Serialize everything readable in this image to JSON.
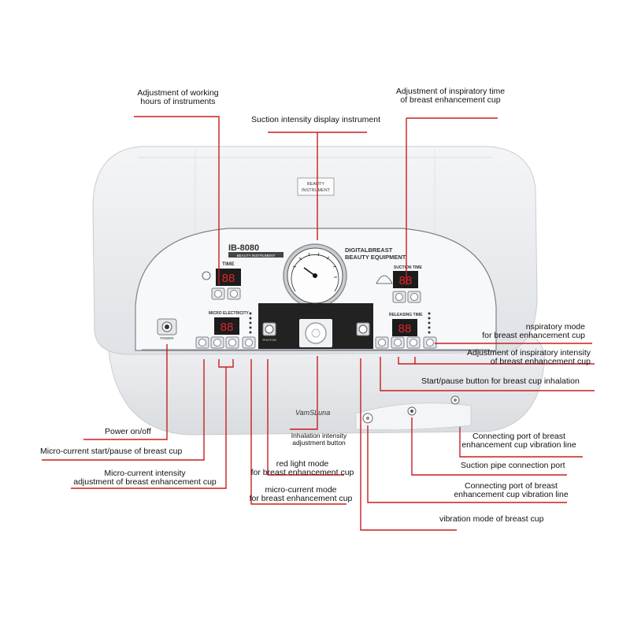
{
  "device": {
    "model": "IB-8080",
    "model_sub": "BEAUTY INSTRUMENT",
    "badge_line1": "BEAUTY",
    "badge_line2": "INSTRUMENT",
    "title_line1": "DIGITALBREAST",
    "title_line2": "BEAUTY EQUIPMENT",
    "time_label": "TIME",
    "time_display": "88",
    "micro_label": "MICRO ELECTRICITY",
    "micro_display": "88",
    "suction_time_label": "SUCTION TIME",
    "suction_display": "88",
    "releasing_time_label": "RELEASING TIME",
    "releasing_display": "88",
    "power_label": "POWER",
    "photon_label": "PHOTON",
    "brand": "VamSLuna",
    "colors": {
      "callout_line": "#c81e1e",
      "body": "#eef0f3",
      "panel": "#f6f7f9",
      "display": "#1c1c1c",
      "digits": "#e0262b"
    }
  },
  "callouts": {
    "working_hours": [
      "Adjustment of working",
      "hours of instruments"
    ],
    "suction_display": [
      "Suction intensity display instrument"
    ],
    "inspiratory_time": [
      "Adjustment of inspiratory time",
      "of breast enhancement cup"
    ],
    "inspiratory_mode": [
      "nspiratory mode",
      "for breast enhancement cup"
    ],
    "inspiratory_intensity": [
      "Adjustment of inspiratory intensity",
      "of breast enhancement cup"
    ],
    "start_pause_inhalation": [
      "Start/pause button for breast cup inhalation"
    ],
    "power": [
      "Power on/off"
    ],
    "micro_start": [
      "Micro-current start/pause of breast cup"
    ],
    "micro_intensity": [
      "Micro-current intensity",
      "adjustment of breast enhancement cup"
    ],
    "inhalation_intensity": [
      "Inhalation intensity",
      "adjustment button"
    ],
    "red_light": [
      "red light mode",
      "for breast enhancement cup"
    ],
    "micro_mode": [
      "micro-current mode",
      "for breast enhancement cup"
    ],
    "vib_line_1": [
      "Connecting port of breast",
      "enhancement cup vibration line"
    ],
    "suction_port": [
      "Suction pipe connection port"
    ],
    "vib_line_2": [
      "Connecting port of breast",
      "enhancement cup vibration line"
    ],
    "vibration_mode": [
      "vibration mode of breast cup"
    ]
  }
}
